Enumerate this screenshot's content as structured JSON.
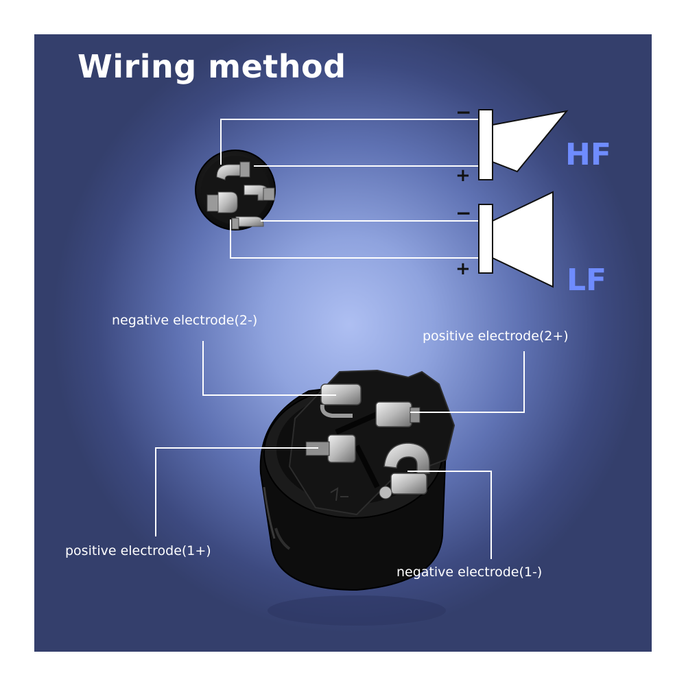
{
  "title": "Wiring method",
  "bands": {
    "hf": "HF",
    "lf": "LF"
  },
  "polarity": {
    "hf_minus": "−",
    "hf_plus": "+",
    "lf_minus": "−",
    "lf_plus": "+"
  },
  "callouts": {
    "negative_2": "negative electrode(2-)",
    "positive_2": "positive electrode(2+)",
    "positive_1": "positive electrode(1+)",
    "negative_1": "negative electrode(1-)"
  },
  "colors": {
    "band_text": "#6f8cff",
    "line": "#ffffff",
    "connector_body": "#111111",
    "terminal_metal": "#c9c9c9"
  },
  "icons": [
    "speaker-connector-icon",
    "tweeter-horn-icon",
    "woofer-cone-icon"
  ]
}
